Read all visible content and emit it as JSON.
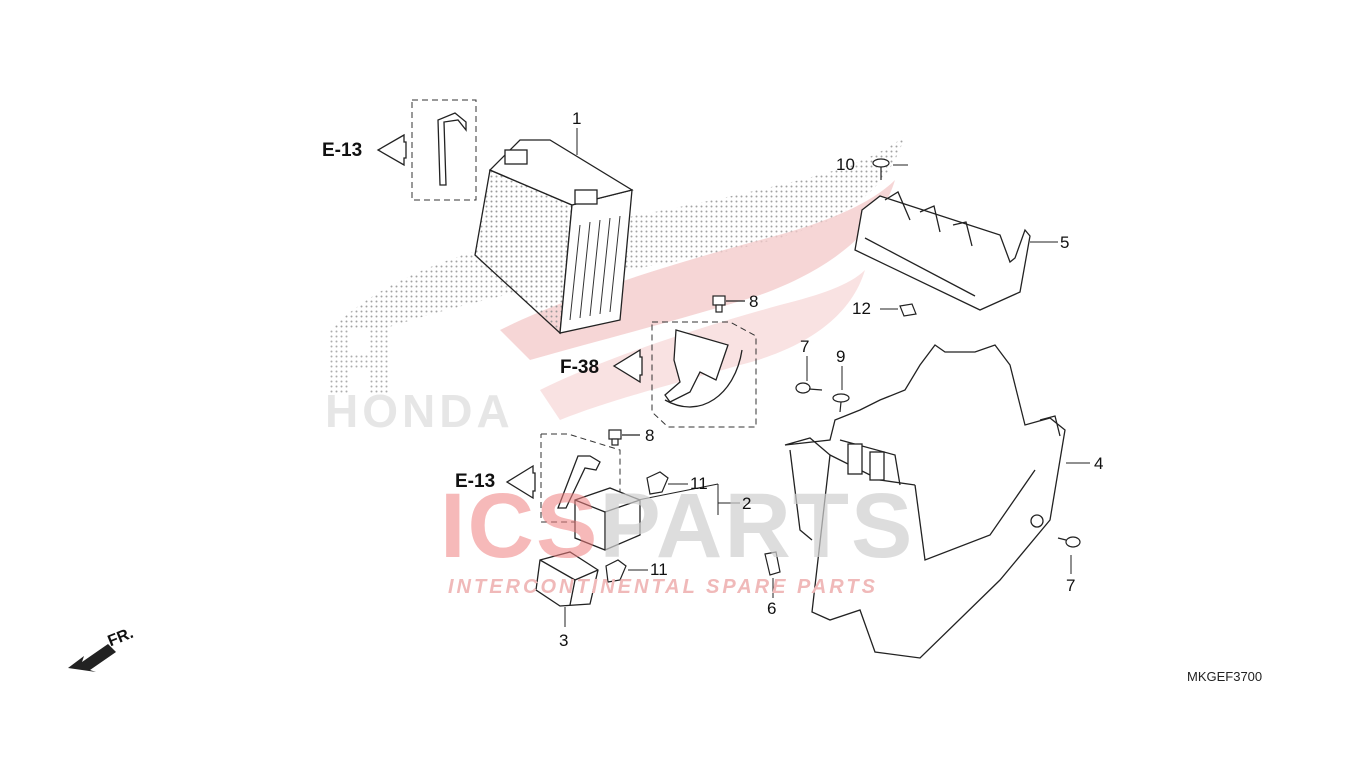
{
  "watermark": {
    "logo_text": "ICSPARTS",
    "logo_text_part1": "ICS",
    "logo_text_part2": "PARTS",
    "tagline": "INTERCONTINENTAL SPARE PARTS",
    "brand_text": "HONDA",
    "colors": {
      "red": "#e8393a",
      "grey": "#c8c8c8",
      "pink": "#f3c4c4"
    }
  },
  "diagram_code": "MKGEF3700",
  "direction_label": "FR.",
  "references": [
    {
      "id": "ref-e13-top",
      "text": "E-13"
    },
    {
      "id": "ref-f38",
      "text": "F-38"
    },
    {
      "id": "ref-e13-bottom",
      "text": "E-13"
    }
  ],
  "callouts": [
    {
      "id": "1",
      "text": "1"
    },
    {
      "id": "2",
      "text": "2"
    },
    {
      "id": "3",
      "text": "3"
    },
    {
      "id": "4",
      "text": "4"
    },
    {
      "id": "5",
      "text": "5"
    },
    {
      "id": "6",
      "text": "6"
    },
    {
      "id": "7a",
      "text": "7"
    },
    {
      "id": "7b",
      "text": "7"
    },
    {
      "id": "8a",
      "text": "8"
    },
    {
      "id": "8b",
      "text": "8"
    },
    {
      "id": "9",
      "text": "9"
    },
    {
      "id": "10",
      "text": "10"
    },
    {
      "id": "11a",
      "text": "11"
    },
    {
      "id": "11b",
      "text": "11"
    },
    {
      "id": "12",
      "text": "12"
    }
  ],
  "parts": [
    {
      "id": "battery",
      "icon": "battery-icon"
    },
    {
      "id": "battery-tray",
      "icon": "tray-icon"
    },
    {
      "id": "battery-box",
      "icon": "box-icon"
    },
    {
      "id": "relay-unit",
      "icon": "relay-icon"
    },
    {
      "id": "fuse-box",
      "icon": "fuse-box-icon"
    }
  ]
}
